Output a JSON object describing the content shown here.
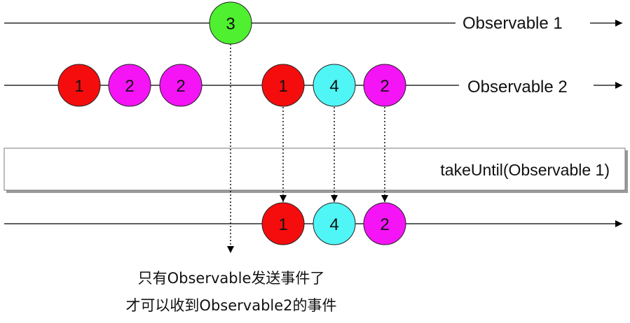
{
  "observable1": {
    "label": "Observable 1",
    "marbles": [
      {
        "value": "3",
        "color": "#4ff030"
      }
    ]
  },
  "observable2": {
    "label": "Observable 2",
    "marbles": [
      {
        "value": "1",
        "color": "#f50d0d"
      },
      {
        "value": "2",
        "color": "#f514f5"
      },
      {
        "value": "2",
        "color": "#f514f5"
      },
      {
        "value": "1",
        "color": "#f50d0d"
      },
      {
        "value": "4",
        "color": "#50f5f5"
      },
      {
        "value": "2",
        "color": "#f514f5"
      }
    ]
  },
  "operator": {
    "label": "takeUntil(Observable 1)"
  },
  "result": {
    "marbles": [
      {
        "value": "1",
        "color": "#f50d0d"
      },
      {
        "value": "4",
        "color": "#50f5f5"
      },
      {
        "value": "2",
        "color": "#f514f5"
      }
    ]
  },
  "caption": {
    "line1": "只有Observable发送事件了",
    "line2": "才可以收到Observable2的事件"
  }
}
